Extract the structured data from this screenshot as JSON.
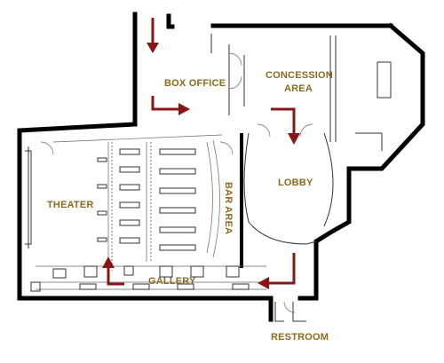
{
  "rooms": {
    "box_office": "BOX OFFICE",
    "concession_line1": "CONCESSION",
    "concession_line2": "AREA",
    "theater": "THEATER",
    "bar_area": "BAR AREA",
    "lobby": "LOBBY",
    "gallery": "GALLERY",
    "restroom": "RESTROOM"
  },
  "colors": {
    "label": "#8a6a1c",
    "arrow": "#8b1414",
    "wall": "#000000"
  },
  "icons": {
    "direction_arrows": "path-arrow-icon"
  }
}
